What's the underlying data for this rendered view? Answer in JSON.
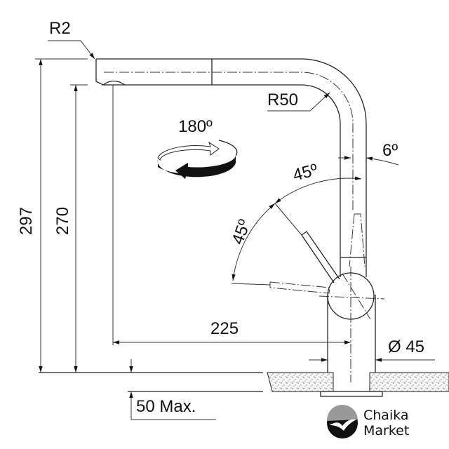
{
  "dimensions": {
    "radius_small": "R2",
    "radius_bend": "R50",
    "rotation": "180º",
    "tilt": "6º",
    "lever_angle_upper": "45º",
    "lever_angle_lower": "45º",
    "total_height": "297",
    "spout_height": "270",
    "reach": "225",
    "diameter": "Ø 45",
    "counter_thickness": "50 Max."
  },
  "logo": {
    "line1": "Chaika",
    "line2": "Market"
  }
}
